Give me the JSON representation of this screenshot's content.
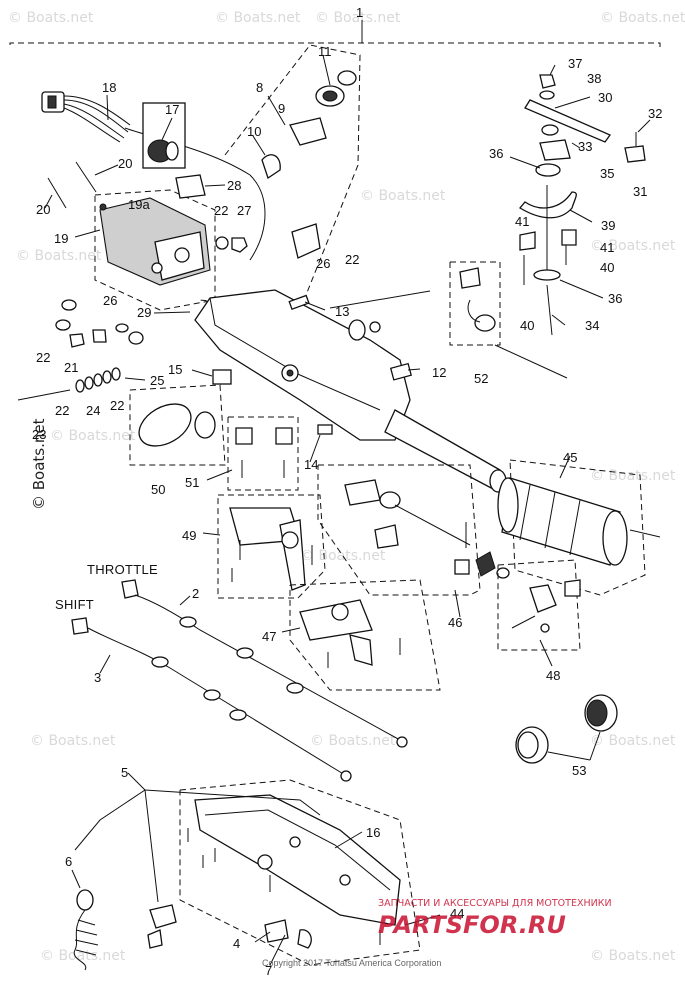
{
  "diagram": {
    "callouts": [
      "1",
      "2",
      "3",
      "4",
      "5",
      "6",
      "7",
      "8",
      "9",
      "10",
      "11",
      "12",
      "13",
      "14",
      "15",
      "16",
      "17",
      "18",
      "19",
      "19a",
      "20",
      "21",
      "22",
      "23",
      "24",
      "25",
      "26",
      "27",
      "28",
      "29",
      "30",
      "31",
      "32",
      "33",
      "34",
      "35",
      "36",
      "37",
      "38",
      "39",
      "40",
      "41",
      "44",
      "45",
      "46",
      "47",
      "48",
      "49",
      "50",
      "51",
      "52",
      "53"
    ],
    "cable_labels": {
      "throttle": "THROTTLE",
      "shift": "SHIFT"
    },
    "watermark": {
      "text": "© Boats.net",
      "vertical_text": "© Boats.net"
    },
    "copyright": "Copyright 2017 Tohatsu America Corporation",
    "overlay": {
      "shop_text": "ЗАПЧАСТИ И АКСЕССУАРЫ ДЛЯ МОТОТЕХНИКИ",
      "brand_text": "PARTSFOR.RU"
    }
  }
}
